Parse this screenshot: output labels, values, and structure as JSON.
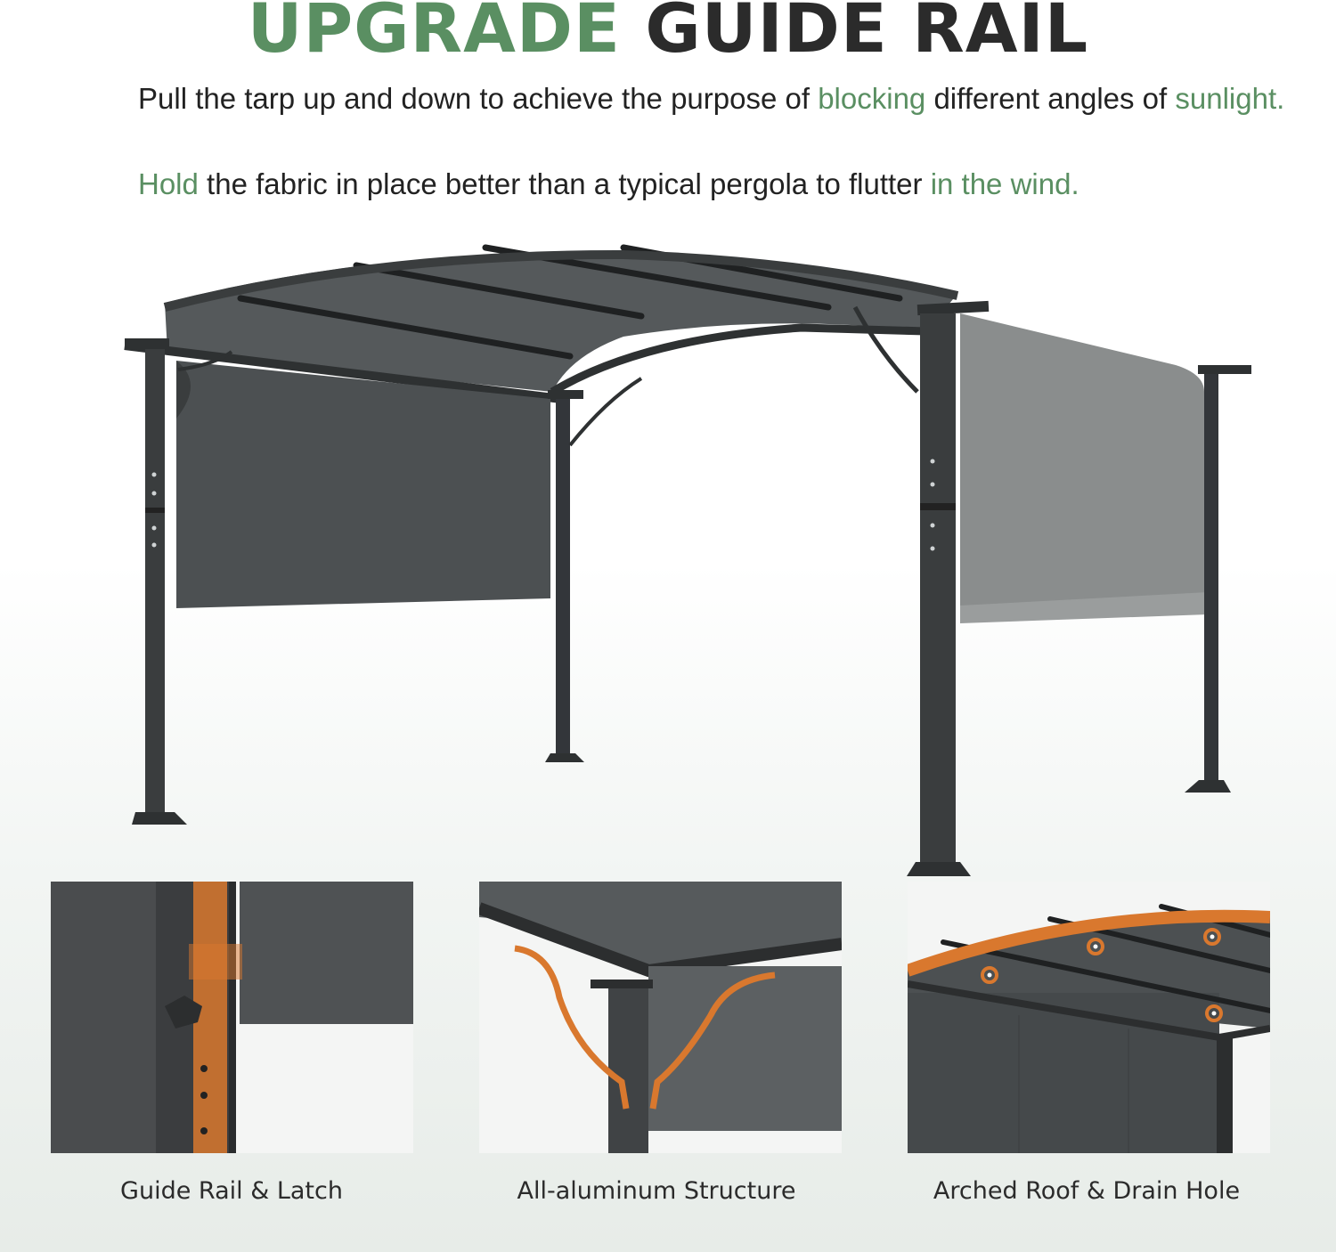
{
  "theme": {
    "accent": "#5a8f62",
    "dark_text": "#2b2b2b",
    "frame_color": "#3a3d3e",
    "fabric_dark": "#4a4d4f",
    "fabric_light": "#8a8d8d",
    "highlight_orange": "#d9782e"
  },
  "headline": {
    "accent_word": "UPGRADE",
    "rest": "GUIDE RAIL"
  },
  "description": {
    "line1": {
      "part1": "Pull the tarp up and down to achieve the purpose of ",
      "highlight1": "blocking",
      "part2": " different angles of ",
      "highlight2": "sunlight."
    },
    "line2": {
      "highlight1": "Hold",
      "part1": " the fabric in place better than a typical pergola to flutter ",
      "highlight2": "in the wind."
    }
  },
  "hero_image": {
    "subject": "pergola-with-retractable-canopy"
  },
  "features": [
    {
      "caption": "Guide Rail & Latch",
      "image": "guide-rail-latch-closeup"
    },
    {
      "caption": "All-aluminum Structure",
      "image": "aluminum-frame-corner-closeup"
    },
    {
      "caption": "Arched Roof & Drain Hole",
      "image": "arched-roof-drain-holes-closeup"
    }
  ]
}
